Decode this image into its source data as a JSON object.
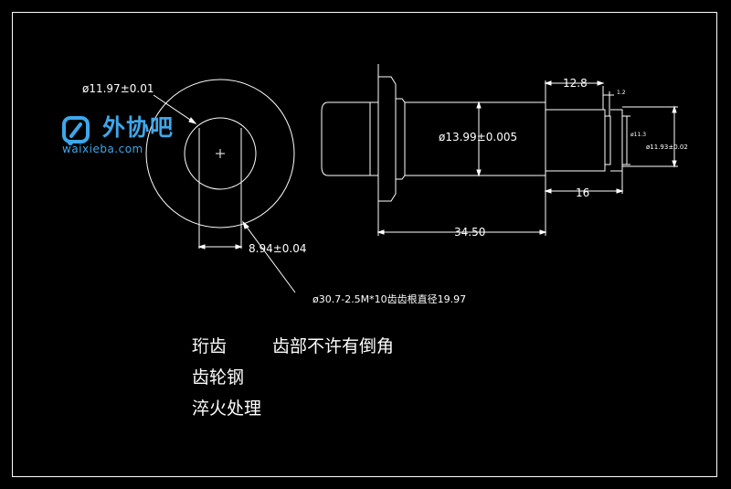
{
  "dimensions": {
    "bore_diameter": "ø11.97±0.01",
    "key_flat": "8.94±0.04",
    "gear_spec": "ø30.7-2.5M*10齿齿根直径19.97",
    "shaft_diameter": "ø13.99±0.005",
    "overall_length": "34.50",
    "step_length": "12.8",
    "groove_width": "1.2",
    "groove_diameter": "ø11.3",
    "tip_diameter": "ø11.93±0.02",
    "tip_length": "16"
  },
  "notes": {
    "line1_label": "珩齿",
    "line1_text": "齿部不许有倒角",
    "line2": "齿轮钢",
    "line3": "淬火处理"
  },
  "logo": {
    "name": "外协吧",
    "url": "waixieba.com",
    "color": "#3ea7ea"
  }
}
